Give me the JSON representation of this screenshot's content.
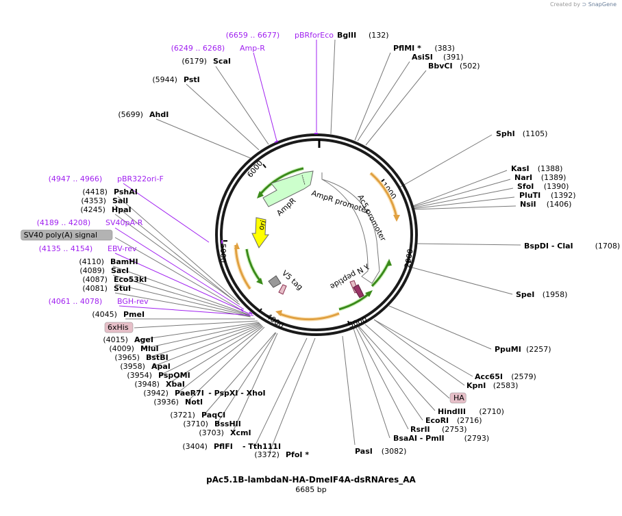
{
  "credit": {
    "prefix": "Created by",
    "brand": "SnapGene"
  },
  "plasmid": {
    "name": "pAc5.1B-lambdaN-HA-DmeIF4A-dsRNAres_AA",
    "length_label": "6685 bp"
  },
  "scale_ticks": [
    "1000",
    "2000",
    "3000",
    "4000",
    "5000",
    "6000"
  ],
  "features": [
    {
      "label": "AmpR promoter",
      "color": "#ffffff"
    },
    {
      "label": "AmpR",
      "color": "#ccffcc"
    },
    {
      "label": "ori",
      "color": "#ffff00"
    },
    {
      "label": "Ac5 promoter",
      "color": "#ffffff"
    },
    {
      "label": "λ N peptide",
      "color": "#993366"
    },
    {
      "label": "V5 tag",
      "color": "#999999"
    }
  ],
  "left_labels": [
    {
      "kind": "primer",
      "range": "(6659 .. 6677)",
      "name": "pBRforEco"
    },
    {
      "kind": "primer",
      "range": "(6249 .. 6268)",
      "name": "Amp-R"
    },
    {
      "kind": "site",
      "pos": "(6179)",
      "name": "ScaI"
    },
    {
      "kind": "site",
      "pos": "(5944)",
      "name": "PstI"
    },
    {
      "kind": "site",
      "pos": "(5699)",
      "name": "AhdI"
    },
    {
      "kind": "primer",
      "range": "(4947 .. 4966)",
      "name": "pBR322ori-F"
    },
    {
      "kind": "site",
      "pos": "(4418)",
      "name": "PshAI"
    },
    {
      "kind": "site",
      "pos": "(4353)",
      "name": "SalI"
    },
    {
      "kind": "site",
      "pos": "(4245)",
      "name": "HpaI"
    },
    {
      "kind": "primer",
      "range": "(4189 .. 4208)",
      "name": "SV40pA-R"
    },
    {
      "kind": "feature",
      "name": "SV40 poly(A) signal",
      "color": "#b3b3b3"
    },
    {
      "kind": "primer",
      "range": "(4135 .. 4154)",
      "name": "EBV-rev"
    },
    {
      "kind": "site",
      "pos": "(4110)",
      "name": "BamHI"
    },
    {
      "kind": "site",
      "pos": "(4089)",
      "name": "SacI"
    },
    {
      "kind": "site",
      "pos": "(4087)",
      "name": "Eco53kI"
    },
    {
      "kind": "site",
      "pos": "(4081)",
      "name": "StuI"
    },
    {
      "kind": "primer",
      "range": "(4061 .. 4078)",
      "name": "BGH-rev"
    },
    {
      "kind": "site",
      "pos": "(4045)",
      "name": "PmeI"
    },
    {
      "kind": "feature",
      "name": "6xHis",
      "color": "#e6bfc8"
    },
    {
      "kind": "site",
      "pos": "(4015)",
      "name": "AgeI"
    },
    {
      "kind": "site",
      "pos": "(4009)",
      "name": "MluI"
    },
    {
      "kind": "site",
      "pos": "(3965)",
      "name": "BstBI"
    },
    {
      "kind": "site",
      "pos": "(3958)",
      "name": "ApaI"
    },
    {
      "kind": "site",
      "pos": "(3954)",
      "name": "PspOMI"
    },
    {
      "kind": "site",
      "pos": "(3948)",
      "name": "XbaI"
    },
    {
      "kind": "site",
      "pos": "(3942)",
      "name": "PaeR7I",
      "extra": "- PspXI  - XhoI"
    },
    {
      "kind": "site",
      "pos": "(3936)",
      "name": "NotI"
    },
    {
      "kind": "site",
      "pos": "(3721)",
      "name": "PaqCI"
    },
    {
      "kind": "site",
      "pos": "(3710)",
      "name": "BssHII"
    },
    {
      "kind": "site",
      "pos": "(3703)",
      "name": "XcmI"
    },
    {
      "kind": "site",
      "pos": "(3404)",
      "name": "PflFI",
      "extra": "- Tth111I"
    },
    {
      "kind": "site",
      "pos": "(3372)",
      "name": "PfoI *"
    }
  ],
  "right_labels": [
    {
      "name": "BglII",
      "pos": "(132)"
    },
    {
      "name": "PflMI *",
      "pos": "(383)"
    },
    {
      "name": "AsiSI",
      "pos": "(391)"
    },
    {
      "name": "BbvCI",
      "pos": "(502)"
    },
    {
      "name": "SphI",
      "pos": "(1105)"
    },
    {
      "name": "KasI",
      "pos": "(1388)"
    },
    {
      "name": "NarI",
      "pos": "(1389)"
    },
    {
      "name": "SfoI",
      "pos": "(1390)"
    },
    {
      "name": "PluTI",
      "pos": "(1392)"
    },
    {
      "name": "NsiI",
      "pos": "(1406)"
    },
    {
      "name": "BspDI  - ClaI",
      "pos": "(1708)"
    },
    {
      "name": "SpeI",
      "pos": "(1958)"
    },
    {
      "name": "PpuMI",
      "pos": "(2257)"
    },
    {
      "name": "Acc65I",
      "pos": "(2579)"
    },
    {
      "name": "KpnI",
      "pos": "(2583)"
    },
    {
      "name": "HA",
      "kind": "feature",
      "color": "#e6bfc8"
    },
    {
      "name": "HindIII",
      "pos": "(2710)"
    },
    {
      "name": "EcoRI",
      "pos": "(2716)"
    },
    {
      "name": "RsrII",
      "pos": "(2753)"
    },
    {
      "name": "BsaAI  - PmlI",
      "pos": "(2793)"
    },
    {
      "name": "PasI",
      "pos": "(3082)"
    }
  ]
}
